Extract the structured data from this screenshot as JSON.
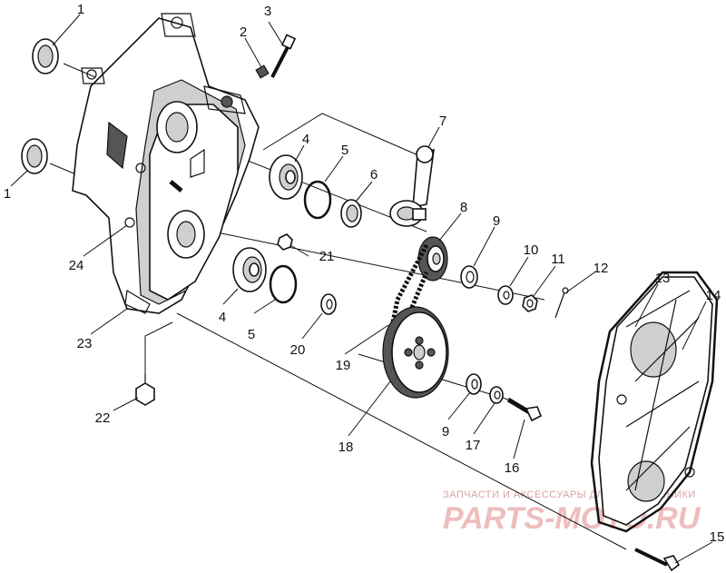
{
  "diagram": {
    "callouts": [
      {
        "id": "c1a",
        "label": "1"
      },
      {
        "id": "c1b",
        "label": "1"
      },
      {
        "id": "c2",
        "label": "2"
      },
      {
        "id": "c3",
        "label": "3"
      },
      {
        "id": "c4a",
        "label": "4"
      },
      {
        "id": "c4b",
        "label": "4"
      },
      {
        "id": "c5a",
        "label": "5"
      },
      {
        "id": "c5b",
        "label": "5"
      },
      {
        "id": "c6",
        "label": "6"
      },
      {
        "id": "c7",
        "label": "7"
      },
      {
        "id": "c8",
        "label": "8"
      },
      {
        "id": "c9a",
        "label": "9"
      },
      {
        "id": "c9b",
        "label": "9"
      },
      {
        "id": "c10",
        "label": "10"
      },
      {
        "id": "c11",
        "label": "11"
      },
      {
        "id": "c12",
        "label": "12"
      },
      {
        "id": "c13",
        "label": "13"
      },
      {
        "id": "c14",
        "label": "14"
      },
      {
        "id": "c15",
        "label": "15"
      },
      {
        "id": "c16",
        "label": "16"
      },
      {
        "id": "c17",
        "label": "17"
      },
      {
        "id": "c18",
        "label": "18"
      },
      {
        "id": "c19",
        "label": "19"
      },
      {
        "id": "c20",
        "label": "20"
      },
      {
        "id": "c21",
        "label": "21"
      },
      {
        "id": "c22",
        "label": "22"
      },
      {
        "id": "c23",
        "label": "23"
      },
      {
        "id": "c24",
        "label": "24"
      }
    ]
  },
  "watermark": {
    "line1": "ЗАПЧАСТИ И АКСЕССУАРЫ ДЛЯ МОТОТЕХНИКИ",
    "line2": "PARTS-MOTO.RU"
  },
  "colors": {
    "line": "#111111",
    "watermark": "#e9a8a8"
  }
}
